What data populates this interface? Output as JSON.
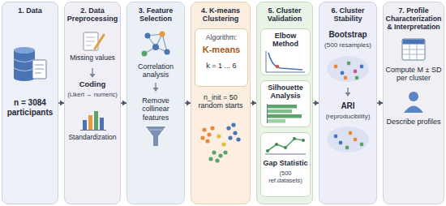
{
  "diagram": {
    "nodes": [
      {
        "text": [
          "1. Data",
          "n = 3084 participants"
        ]
      },
      {
        "text": [
          "2. Data Preprocessing",
          "Missing values",
          "Coding",
          "(Likert → numeric)",
          "Standardization"
        ]
      },
      {
        "text": [
          "3. Feature Selection",
          "Correlation analysis",
          "Remove collinear features"
        ]
      },
      {
        "text": [
          "4. K-means Clustering",
          "n_init = 50 random starts"
        ]
      },
      {
        "text": [
          "Algorithm:",
          "K-means",
          "k = 1 ... 6"
        ],
        "in": 3
      },
      {
        "text": [
          "5. Cluster Validation"
        ]
      },
      {
        "text": [
          "Elbow Method"
        ],
        "in": 5
      },
      {
        "text": [
          "Silhouette Analysis"
        ],
        "in": 5
      },
      {
        "text": [
          "Gap Statistic",
          "(500 ref.datasets)"
        ],
        "in": 5
      },
      {
        "text": [
          "6. Cluster Stability",
          "Bootstrap",
          "(500 resamples)",
          "ARI",
          "(reproducibility)"
        ]
      },
      {
        "text": [
          "7. Profile Characterization & Interpretation",
          "Compute M ± SD per cluster",
          "Describe profiles"
        ]
      }
    ],
    "edges": [
      {
        "from": 0,
        "to": 1,
        "arrow": "to"
      },
      {
        "from": 1,
        "to": 2,
        "arrow": "to"
      },
      {
        "from": 2,
        "to": 3,
        "arrow": "to"
      },
      {
        "from": 3,
        "to": 5,
        "arrow": "to"
      },
      {
        "from": 5,
        "to": 9,
        "arrow": "to"
      },
      {
        "from": 9,
        "to": 10,
        "arrow": "to"
      }
    ]
  }
}
